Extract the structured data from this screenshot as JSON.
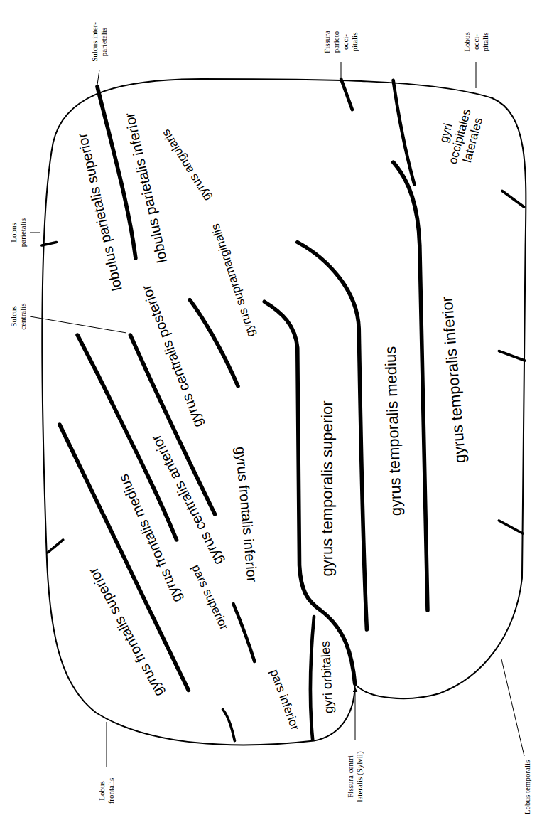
{
  "diagram": {
    "labels": [
      "Fissura parieto occi- pitalis",
      "Lobus occi- pitalis",
      "Sulcus inter- parietalis",
      "lobulus parietalis superior",
      "gyri occipitales laterales",
      "Lobus parietalis",
      "Sulcus centralis",
      "lobulus parietalis inferior",
      "gyrus angularis",
      "gyrus supramarginalis",
      "gyrus centralis posterior",
      "gyrus temporalis superior",
      "gyrus temporalis medius",
      "gyrus temporalis inferior",
      "gyrus centralis anterior",
      "gyrus frontalis superior",
      "gyrus frontalis medius",
      "pars superior",
      "gyrus frontalis inferior",
      "pars inferior",
      "gyri orbitales",
      "Lobus frontalis",
      "Fissura centri lateralis (Sylvii)",
      "Lobus temporalis"
    ]
  }
}
